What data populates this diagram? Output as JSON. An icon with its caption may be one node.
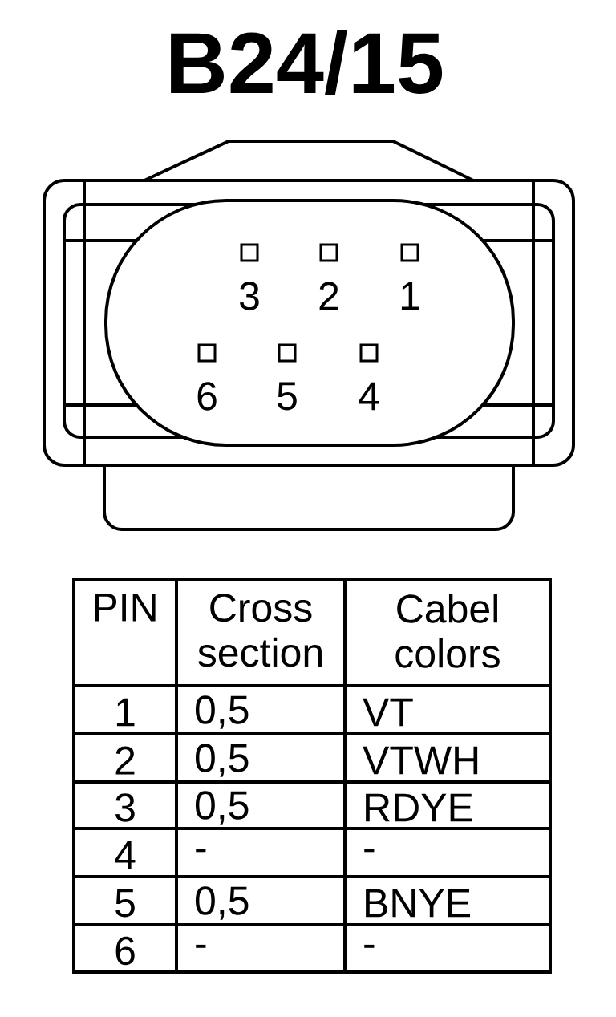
{
  "diagram": {
    "title": "B24/15",
    "labels": [
      "3",
      "2",
      "1",
      "6",
      "5",
      "4",
      "PIN",
      "Cross section",
      "Cabel colors",
      "1",
      "0,5",
      "VT",
      "2",
      "0,5",
      "VTWH",
      "3",
      "0,5",
      "RDYE",
      "4",
      "-",
      "-",
      "5",
      "0,5",
      "BNYE",
      "6",
      "-",
      "-"
    ]
  }
}
